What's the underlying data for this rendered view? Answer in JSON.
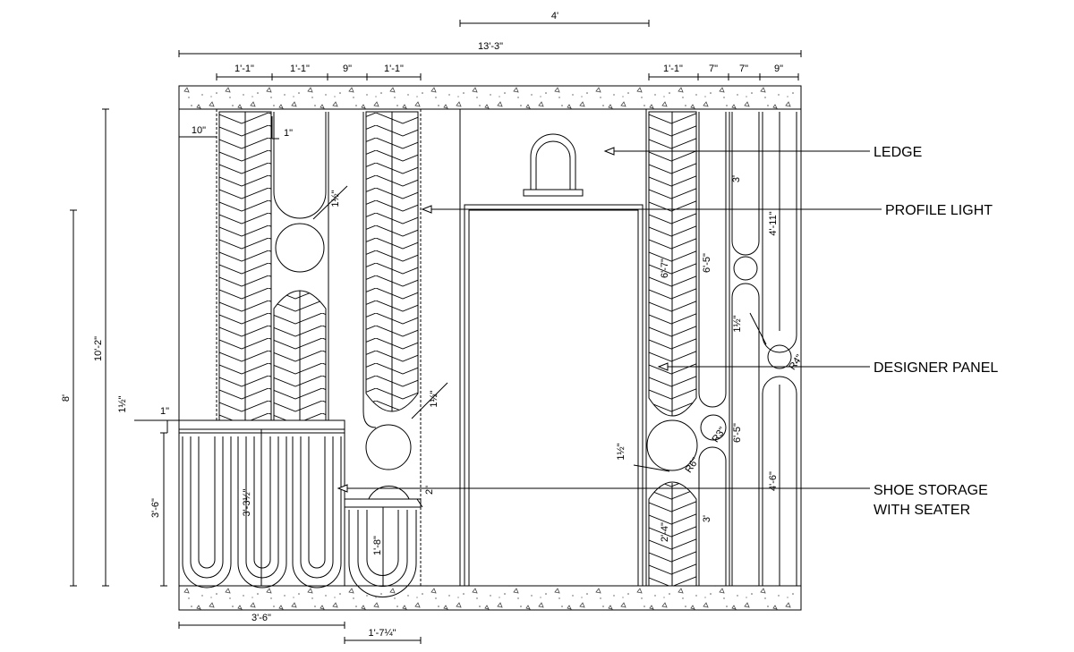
{
  "dimensions": {
    "top_opening": "4'",
    "overall_width": "13'-3\"",
    "top_left": [
      "1'-1\"",
      "1'-1\"",
      "9\"",
      "1'-1\""
    ],
    "top_right": [
      "1'-1\"",
      "7\"",
      "7\"",
      "9\""
    ],
    "overall_height": "10'-2\"",
    "height_8": "8'",
    "left_gap": "10\"",
    "thickness_1": "1\"",
    "half_inch": "1½\"",
    "seat_height": "3'-6\"",
    "shoe_inner": "3'-3½\"",
    "two_inch": "2\"",
    "shoe_small_height": "1'-8\"",
    "bottom_width": "3'-6\"",
    "bottom_width2": "1'-7¼\"",
    "right_a": "6'-7\"",
    "right_b": "6'-5\"",
    "right_c": "3'",
    "right_d": "4'-11\"",
    "right_e": "6'-5\"",
    "right_f": "4'-6\"",
    "right_g": "2'-4\"",
    "right_h": "3'",
    "radius_r6": "R6\"",
    "radius_r3": "R3\"",
    "radius_r4": "R4\""
  },
  "callouts": {
    "ledge": "LEDGE",
    "profile_light": "PROFILE LIGHT",
    "designer_panel": "DESIGNER PANEL",
    "shoe_storage_1": "SHOE STORAGE",
    "shoe_storage_2": "WITH SEATER"
  }
}
